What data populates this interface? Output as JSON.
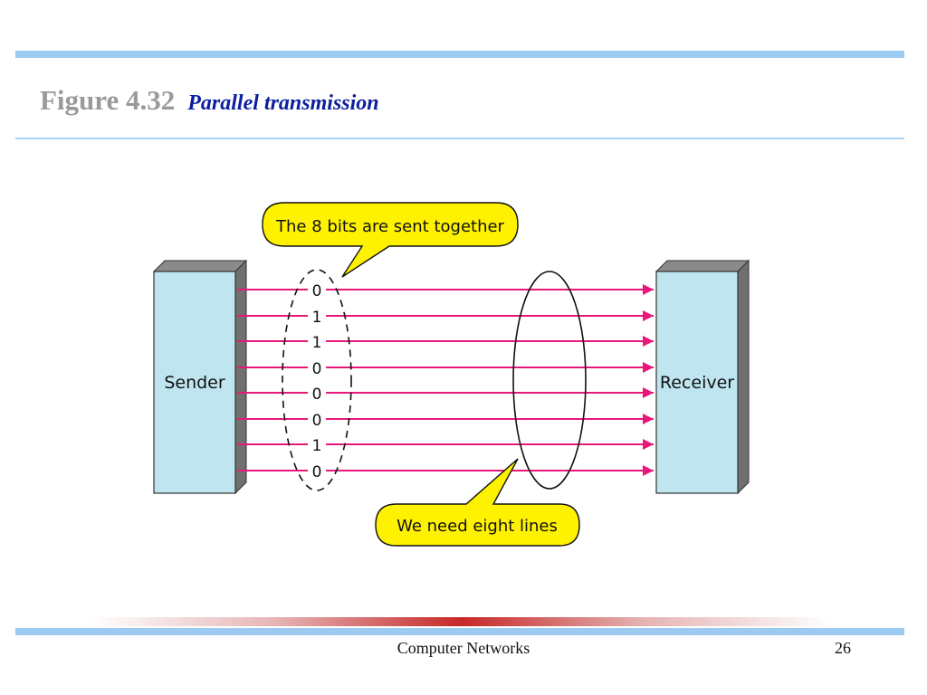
{
  "slide": {
    "figure_number": "Figure 4.32",
    "figure_title": "Parallel transmission",
    "footer": "Computer Networks",
    "page_number": "26"
  },
  "diagram": {
    "sender_label": "Sender",
    "receiver_label": "Receiver",
    "bits": [
      "0",
      "1",
      "1",
      "0",
      "0",
      "0",
      "1",
      "0"
    ],
    "callout_top": "The 8 bits are sent together",
    "callout_bottom": "We need eight lines"
  },
  "colors": {
    "box_fill": "#bfe6f0",
    "box_side": "#8a8a8a",
    "line": "#e8187a",
    "callout_fill": "#fff200",
    "accent_bar": "#9ccaf0",
    "title_blue": "#0b1f9e"
  }
}
